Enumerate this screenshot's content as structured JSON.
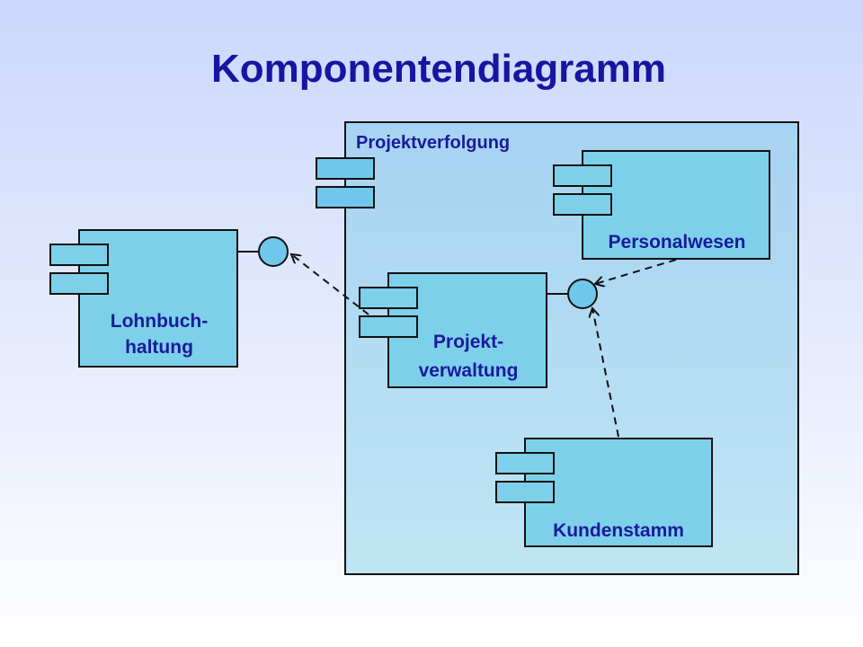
{
  "slide": {
    "title": "Komponentendiagramm"
  },
  "diagram": {
    "package": {
      "label": "Projektverfolgung"
    },
    "components": {
      "lohnbuchhaltung": {
        "line1": "Lohnbuch-",
        "line2": "haltung"
      },
      "personalwesen": {
        "line1": "Personalwesen"
      },
      "projektverwaltung": {
        "line1": "Projekt-",
        "line2": "verwaltung"
      },
      "kundenstamm": {
        "line1": "Kundenstamm"
      }
    }
  },
  "colors": {
    "title": "#1616a0",
    "label": "#1a1a9c",
    "package_fill": "#acd6f0",
    "component_fill": "#7dd0ea",
    "interface_fill": "#6fc8ec",
    "stroke": "#111111"
  }
}
